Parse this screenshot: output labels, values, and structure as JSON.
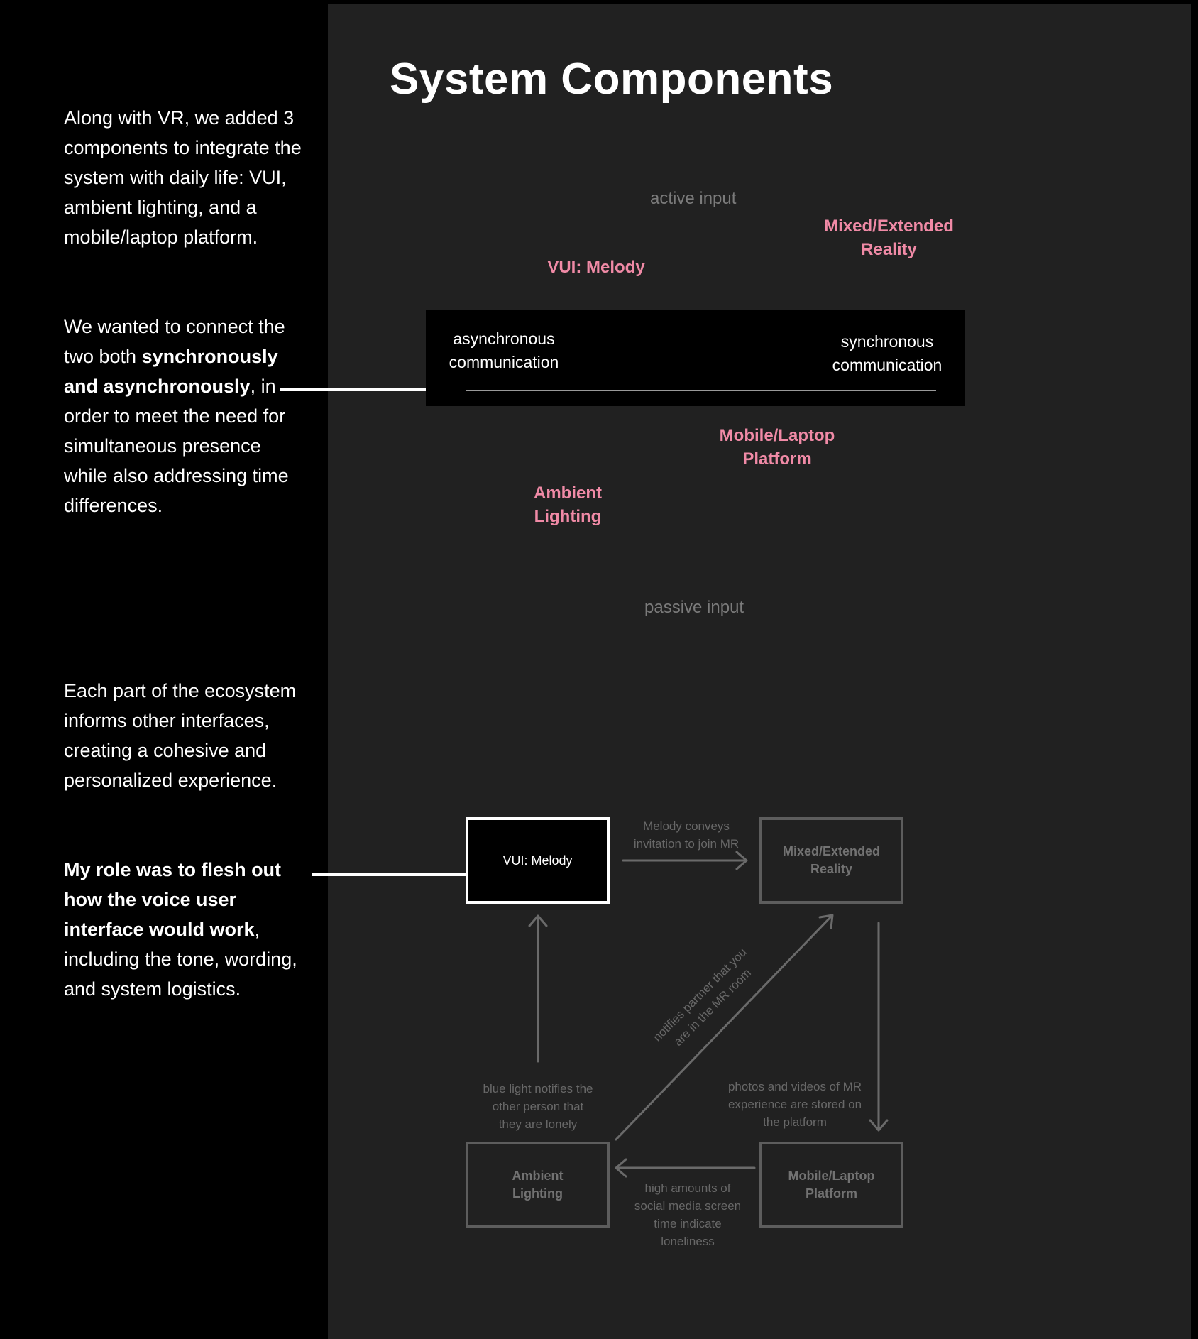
{
  "sidebar": {
    "para1": "Along with VR, we added 3 components to integrate the system with daily life: VUI, ambient lighting, and a mobile/laptop platform.",
    "para2_a": "We wanted to connect the two both ",
    "para2_bold": "synchronously and asynchronously",
    "para2_b": ", in order to meet the need for simultaneous presence while also addressing time differences.",
    "para3": "Each part of the ecosystem informs other interfaces, creating a cohesive and personalized experience.",
    "para4_bold": "My role was to flesh out how the voice user interface would work",
    "para4_b": ", including the tone, wording, and system logistics."
  },
  "title": "System Components",
  "quadrant": {
    "top_label": "active input",
    "bottom_label": "passive input",
    "left_label": "asynchronous communication",
    "right_label": "synchronous communication",
    "vui": "VUI: Melody",
    "mixed": "Mixed/Extended Reality",
    "mobile": "Mobile/Laptop Platform",
    "ambient": "Ambient Lighting"
  },
  "flow": {
    "box_vui": "VUI: Melody",
    "box_mixed": "Mixed/Extended Reality",
    "box_ambient": "Ambient Lighting",
    "box_mobile": "Mobile/Laptop Platform",
    "note_vui_to_mixed": "Melody conveys invitation to join MR",
    "note_diagonal": "notifies partner that you are in the MR room",
    "note_ambient_to_vui": "blue light notifies the other person that they are lonely",
    "note_mixed_to_mobile": "photos and videos of MR experience are stored on the platform",
    "note_mobile_to_ambient": "high amounts of social media screen time indicate loneliness"
  },
  "colors": {
    "accent_pink": "#f08aa6",
    "panel_bg": "#212121",
    "dim_gray": "#5d5d5d"
  }
}
